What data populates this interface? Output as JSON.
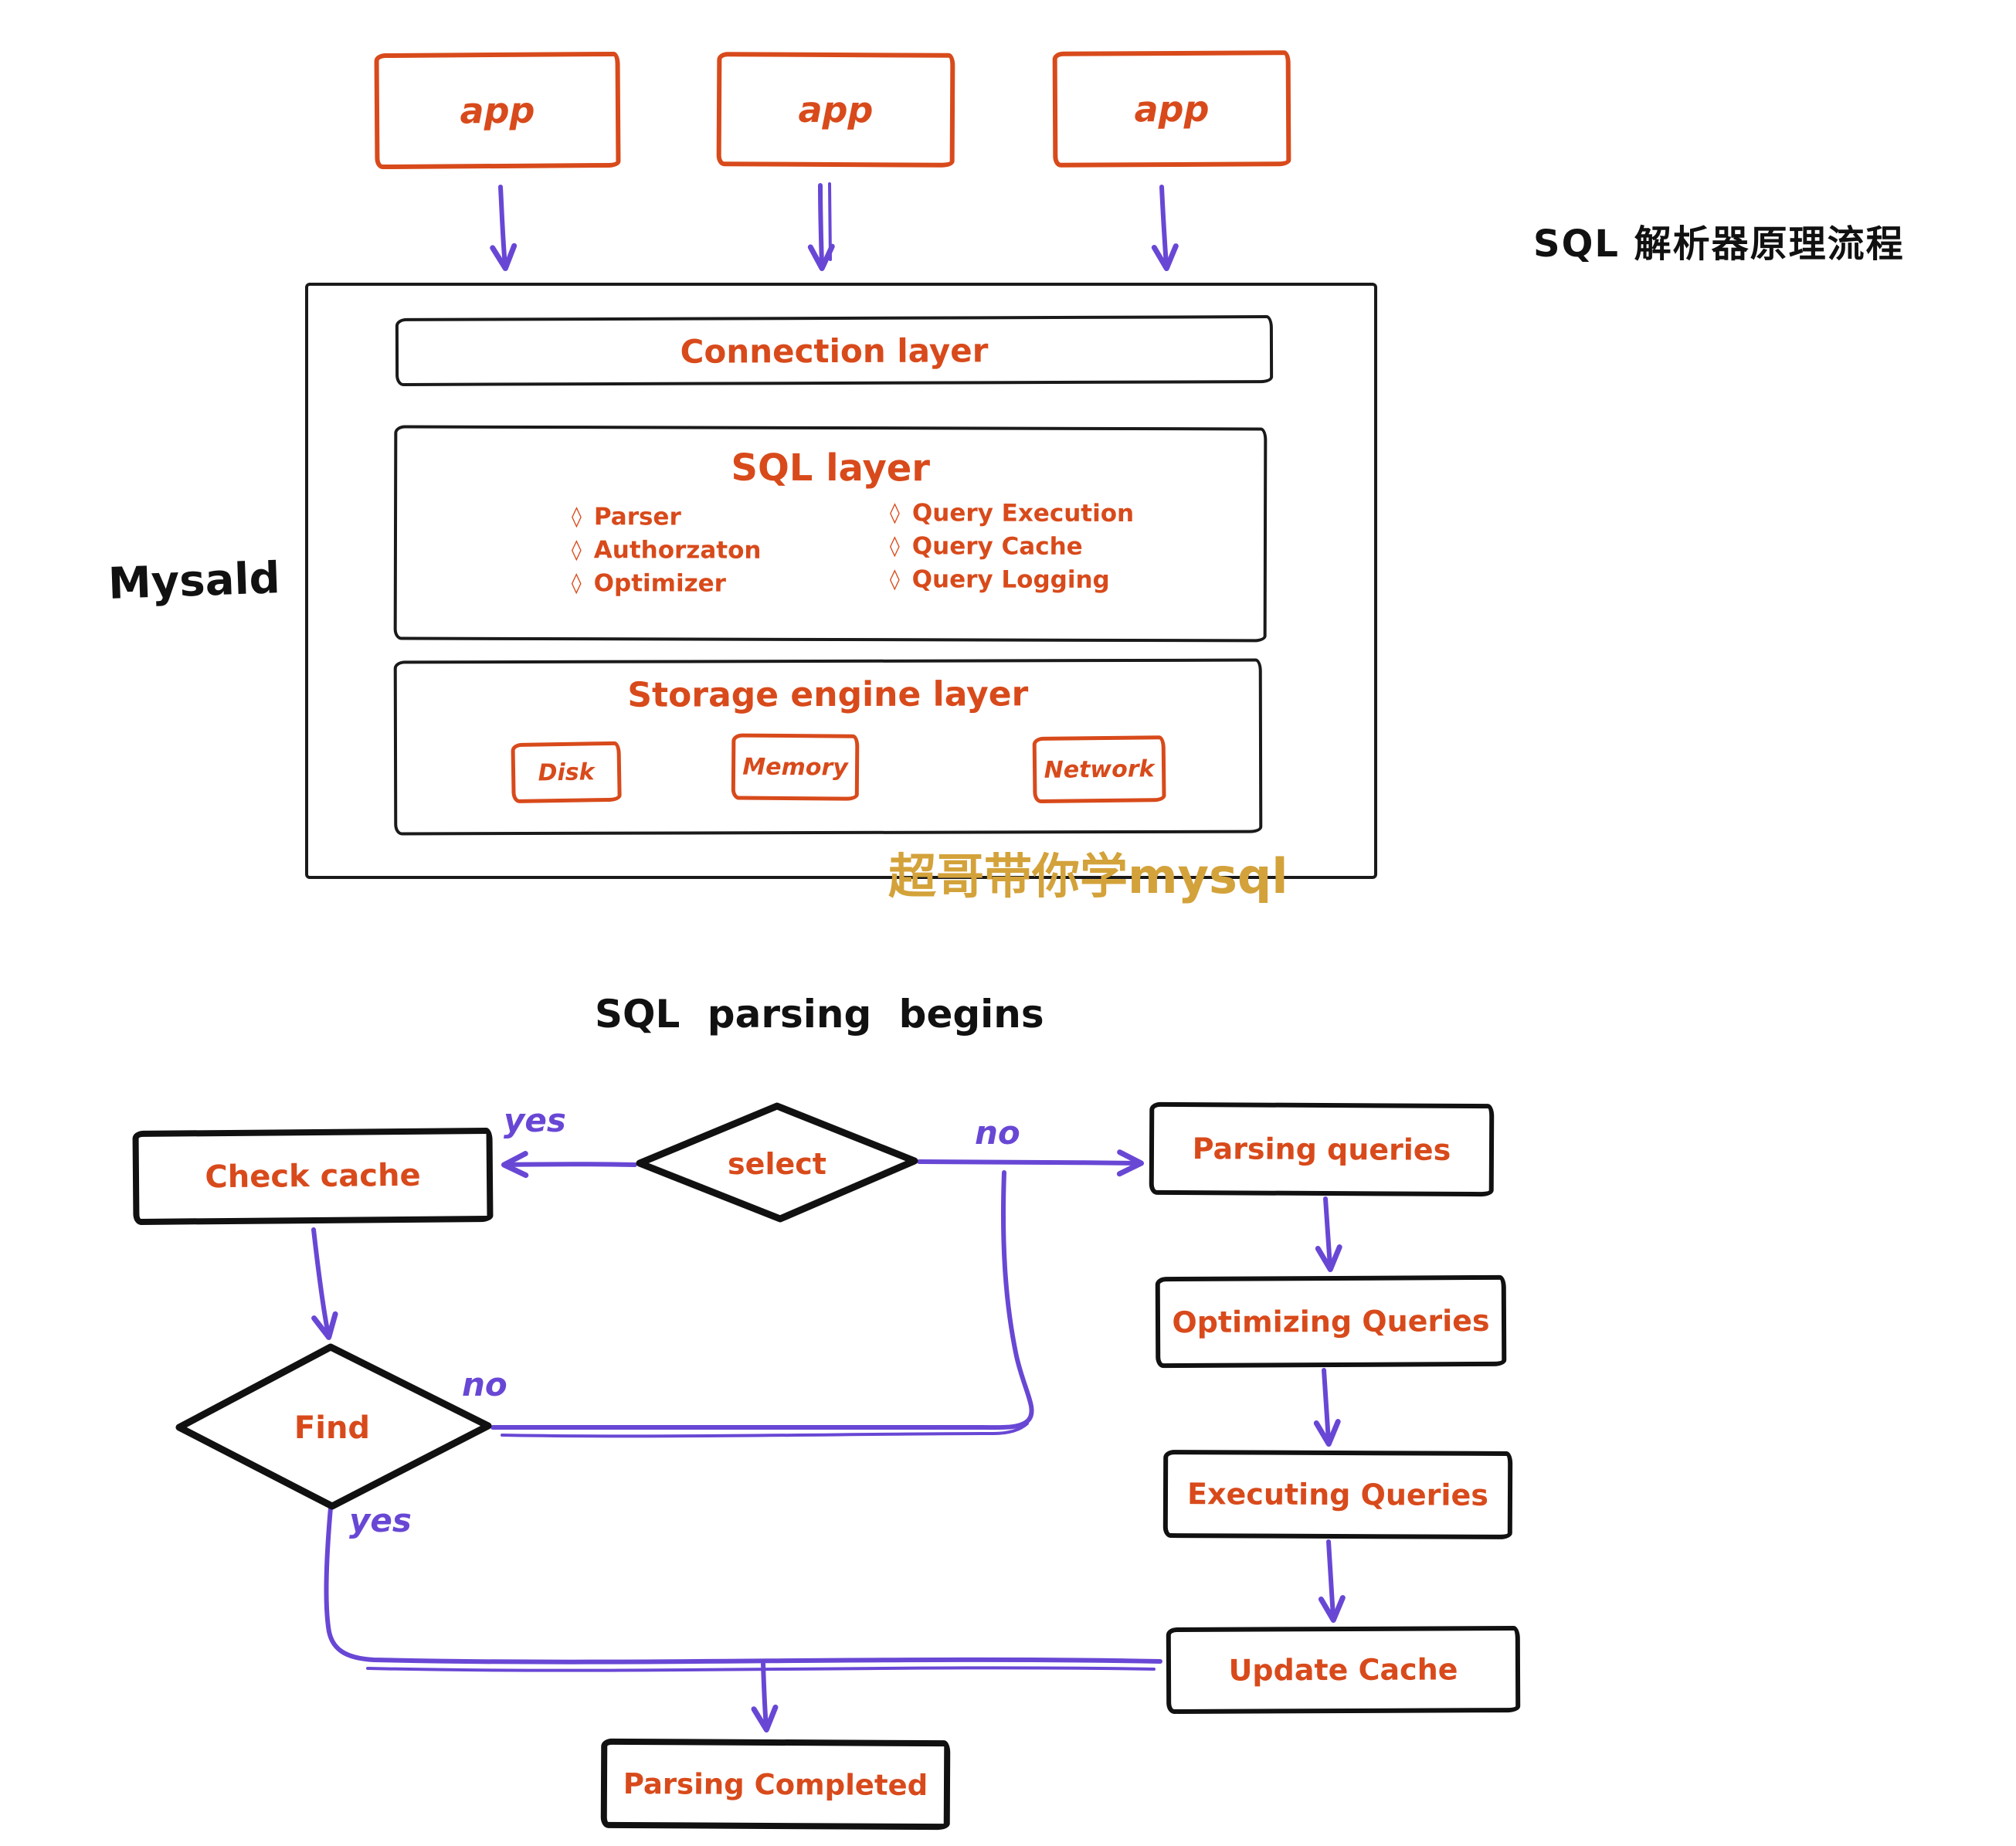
{
  "titles": {
    "right_title": "SQL 解析器原理流程",
    "mysql_label": "Mysald",
    "flow_title": "SQL parsing begins",
    "watermark": "超哥带你学mysql"
  },
  "apps": [
    {
      "label": "app"
    },
    {
      "label": "app"
    },
    {
      "label": "app"
    }
  ],
  "architecture": {
    "connection_layer_title": "Connection layer",
    "sql_layer": {
      "title": "SQL layer",
      "bullet": "◊",
      "left_items": [
        "Parser",
        "Authorzaton",
        "Optimizer"
      ],
      "right_items": [
        "Query Execution",
        "Query Cache",
        "Query Logging"
      ]
    },
    "storage_layer": {
      "title": "Storage engine layer",
      "engines": [
        "Disk",
        "Memory",
        "Network"
      ]
    }
  },
  "flowchart": {
    "check_cache": "Check cache",
    "select": "select",
    "find": "Find",
    "parsing_queries": "Parsing queries",
    "optimizing_queries": "Optimizing Queries",
    "executing_queries": "Executing Queries",
    "update_cache": "Update Cache",
    "parsing_completed": "Parsing Completed",
    "labels": {
      "select_yes": "yes",
      "select_no": "no",
      "find_no": "no",
      "find_yes": "yes"
    }
  },
  "colors": {
    "orange": "#d84a1b",
    "purple": "#6847d5",
    "ink": "#111111",
    "watermark_gold": "#d3a23a"
  }
}
